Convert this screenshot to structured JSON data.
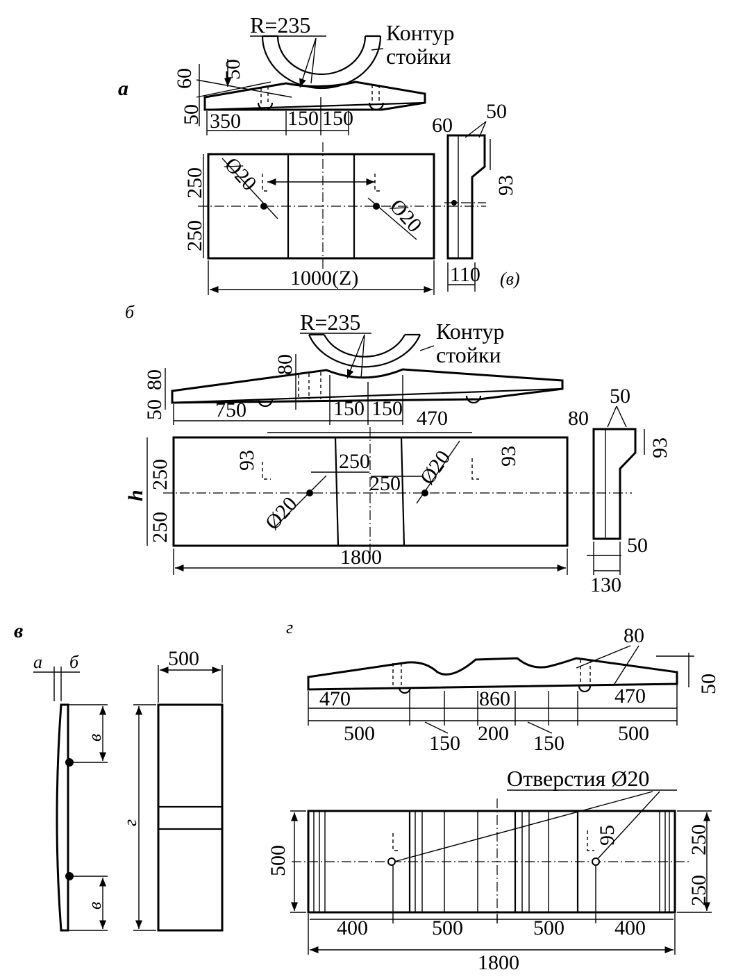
{
  "views": {
    "a": {
      "letter": "а",
      "radius": "R=235",
      "contour": [
        "Контур",
        "стойки"
      ],
      "dims": {
        "d60": "60",
        "d50_top": "50",
        "d50_left": "50",
        "d350": "350",
        "d150a": "150",
        "d150b": "150",
        "d250a": "250",
        "d250b": "250",
        "hole_a": "Ø20",
        "hole_b": "Ø20",
        "d1000": "1000(Z)",
        "side_60": "60",
        "side_50": "50",
        "side_93": "93",
        "side_110": "110",
        "side_ref": "(в)"
      }
    },
    "b": {
      "letter": "б",
      "radius": "R=235",
      "contour": [
        "Контур",
        "стойки"
      ],
      "dims": {
        "d80_left": "80",
        "d50_left": "50",
        "d80_mid": "80",
        "d750": "750",
        "d150a": "150",
        "d150b": "150",
        "d470": "470",
        "h": "h",
        "d250a": "250",
        "d250b": "250",
        "d93_l": "93",
        "d93_r": "93",
        "d250_in1": "250",
        "d250_in2": "250",
        "hole_a": "Ø20",
        "hole_b": "Ø20",
        "d1800": "1800",
        "side_80": "80",
        "side_50": "50",
        "side_93": "93",
        "side_50b": "50",
        "side_130": "130"
      }
    },
    "v": {
      "letter": "в",
      "labels": {
        "a": "а",
        "b": "б",
        "v1": "в",
        "v2": "в",
        "g": "г"
      },
      "dims": {
        "d500": "500"
      }
    },
    "g": {
      "letter": "г",
      "dims": {
        "d80": "80",
        "d50": "50",
        "d470a": "470",
        "d860": "860",
        "d470b": "470",
        "d500a": "500",
        "d150a": "150",
        "d200": "200",
        "d150b": "150",
        "d500b": "500",
        "holes": "Отверстия Ø20",
        "d95": "95",
        "d500v": "500",
        "d250a": "250",
        "d250b": "250",
        "d400a": "400",
        "d500c": "500",
        "d500d": "500",
        "d400b": "400",
        "d1800": "1800"
      }
    }
  }
}
